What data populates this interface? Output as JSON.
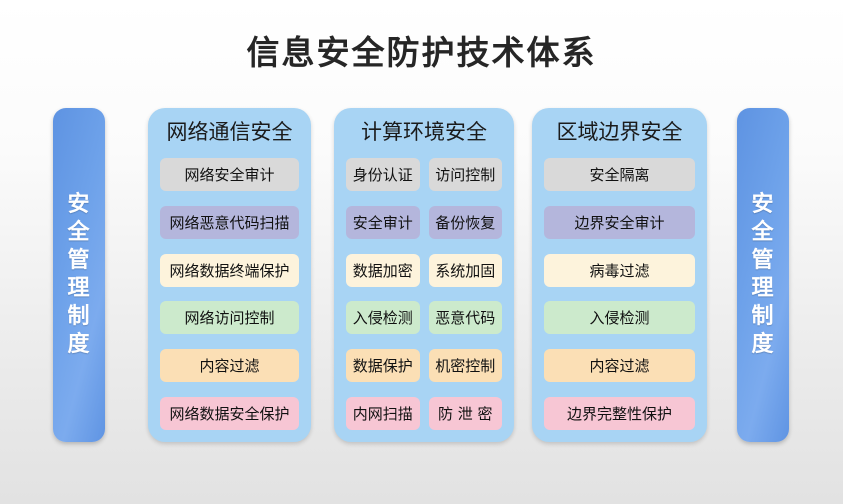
{
  "page": {
    "title": "信息安全防护技术体系",
    "background": "#ffffff-#e2e2e2"
  },
  "pillars": {
    "left": {
      "label": "安全管理制度",
      "color": "#6a9fe8"
    },
    "right": {
      "label": "安全管理制度",
      "color": "#6a9fe8"
    }
  },
  "panels": [
    {
      "title": "网络通信安全",
      "color": "#a8d4f4",
      "rows": [
        {
          "chips": [
            {
              "label": "网络安全审计",
              "color": "#d9d9d9"
            }
          ]
        },
        {
          "chips": [
            {
              "label": "网络恶意代码扫描",
              "color": "#b4b6dc"
            }
          ]
        },
        {
          "chips": [
            {
              "label": "网络数据终端保护",
              "color": "#fdf3dc"
            }
          ]
        },
        {
          "chips": [
            {
              "label": "网络访问控制",
              "color": "#cceacc"
            }
          ]
        },
        {
          "chips": [
            {
              "label": "内容过滤",
              "color": "#fbdfb5"
            }
          ]
        },
        {
          "chips": [
            {
              "label": "网络数据安全保护",
              "color": "#f7c6d4"
            }
          ]
        }
      ]
    },
    {
      "title": "计算环境安全",
      "color": "#a8d4f4",
      "rows": [
        {
          "chips": [
            {
              "label": "身份认证",
              "color": "#d9d9d9"
            },
            {
              "label": "访问控制",
              "color": "#d9d9d9"
            }
          ]
        },
        {
          "chips": [
            {
              "label": "安全审计",
              "color": "#b4b6dc"
            },
            {
              "label": "备份恢复",
              "color": "#b4b6dc"
            }
          ]
        },
        {
          "chips": [
            {
              "label": "数据加密",
              "color": "#fdf3dc"
            },
            {
              "label": "系统加固",
              "color": "#fdf3dc"
            }
          ]
        },
        {
          "chips": [
            {
              "label": "入侵检测",
              "color": "#cceacc"
            },
            {
              "label": "恶意代码",
              "color": "#cceacc"
            }
          ]
        },
        {
          "chips": [
            {
              "label": "数据保护",
              "color": "#fbdfb5"
            },
            {
              "label": "机密控制",
              "color": "#fbdfb5"
            }
          ]
        },
        {
          "chips": [
            {
              "label": "内网扫描",
              "color": "#f7c6d4"
            },
            {
              "label": "防 泄 密",
              "color": "#f7c6d4"
            }
          ]
        }
      ]
    },
    {
      "title": "区域边界安全",
      "color": "#a8d4f4",
      "rows": [
        {
          "chips": [
            {
              "label": "安全隔离",
              "color": "#d9d9d9"
            }
          ]
        },
        {
          "chips": [
            {
              "label": "边界安全审计",
              "color": "#b4b6dc"
            }
          ]
        },
        {
          "chips": [
            {
              "label": "病毒过滤",
              "color": "#fdf3dc"
            }
          ]
        },
        {
          "chips": [
            {
              "label": "入侵检测",
              "color": "#cceacc"
            }
          ]
        },
        {
          "chips": [
            {
              "label": "内容过滤",
              "color": "#fbdfb5"
            }
          ]
        },
        {
          "chips": [
            {
              "label": "边界完整性保护",
              "color": "#f7c6d4"
            }
          ]
        }
      ]
    }
  ]
}
